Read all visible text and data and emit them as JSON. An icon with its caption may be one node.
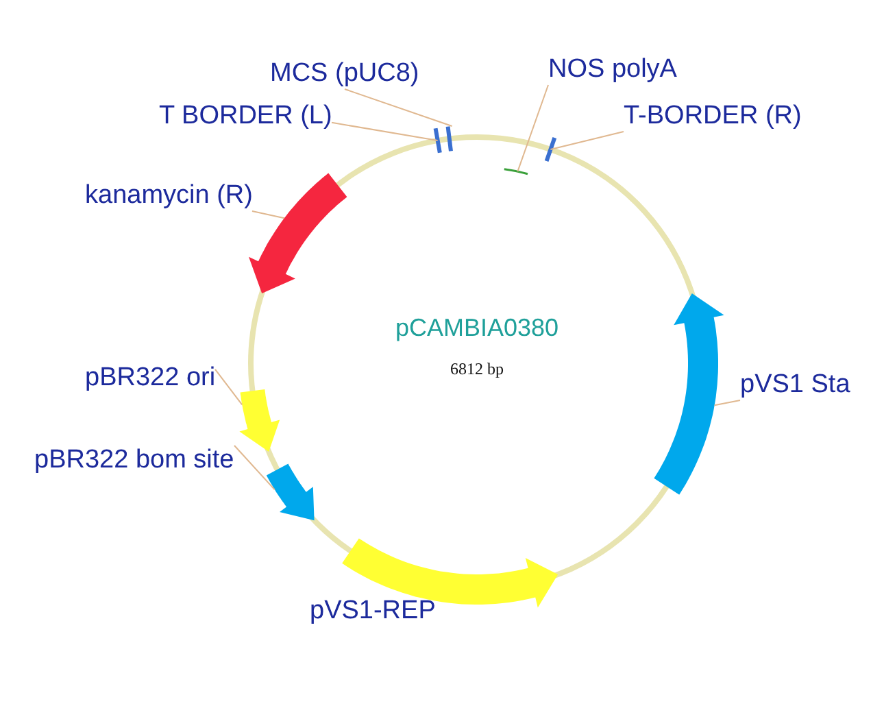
{
  "diagram": {
    "nodes": [
      {
        "text": [
          "MCS (pUC8)"
        ]
      },
      {
        "text": [
          "NOS polyA"
        ]
      },
      {
        "text": [
          "T BORDER (L)"
        ]
      },
      {
        "text": [
          "T-BORDER (R)"
        ]
      },
      {
        "text": [
          "kanamycin (R)"
        ]
      },
      {
        "text": [
          "pVS1 Sta"
        ]
      },
      {
        "text": [
          "pBR322 ori"
        ]
      },
      {
        "text": [
          "pBR322 bom site"
        ]
      },
      {
        "text": [],
        "shape": "bar"
      },
      {
        "text": [],
        "shape": "bar"
      },
      {
        "text": [],
        "shape": "line"
      },
      {
        "text": [],
        "shape": "bar"
      },
      {
        "text": [],
        "shape": "arrow"
      },
      {
        "text": [],
        "shape": "arrow"
      },
      {
        "text": [],
        "shape": "arrow"
      },
      {
        "text": [],
        "shape": "arrow"
      },
      {
        "text": [],
        "shape": "arrow"
      }
    ],
    "edges": [
      {
        "from": 0,
        "to": 9,
        "arrow": "none"
      },
      {
        "from": 1,
        "to": 10,
        "arrow": "none"
      },
      {
        "from": 2,
        "to": 8,
        "arrow": "none"
      },
      {
        "from": 3,
        "to": 11,
        "arrow": "none"
      },
      {
        "from": 4,
        "to": 12,
        "arrow": "none"
      },
      {
        "from": 5,
        "to": 16,
        "arrow": "none"
      },
      {
        "from": 6,
        "to": 13,
        "arrow": "none"
      },
      {
        "from": 7,
        "to": 14,
        "arrow": "none"
      }
    ],
    "labels": [
      "pVS1-REP",
      "pCAMBIA0380",
      "6812 bp"
    ]
  }
}
